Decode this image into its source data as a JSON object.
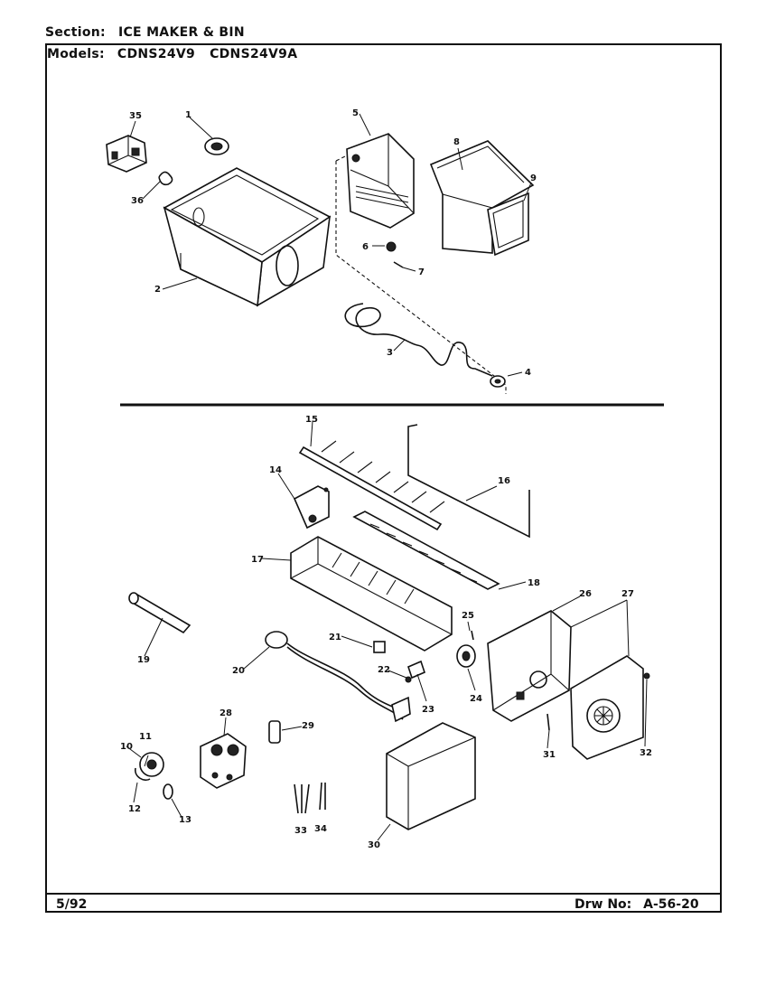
{
  "header": {
    "section_label": "Section:",
    "section_value": "ICE MAKER & BIN",
    "models_label": "Models:",
    "models": [
      "CDNS24V9",
      "CDNS24V9A"
    ]
  },
  "footer": {
    "date": "5/92",
    "drawing_label": "Drw No:",
    "drawing_number": "A-56-20"
  },
  "callouts": [
    "1",
    "2",
    "3",
    "4",
    "5",
    "6",
    "7",
    "8",
    "9",
    "10",
    "11",
    "12",
    "13",
    "14",
    "15",
    "16",
    "17",
    "18",
    "19",
    "20",
    "21",
    "22",
    "23",
    "24",
    "25",
    "26",
    "27",
    "28",
    "29",
    "30",
    "31",
    "32",
    "33",
    "34",
    "35",
    "36"
  ]
}
